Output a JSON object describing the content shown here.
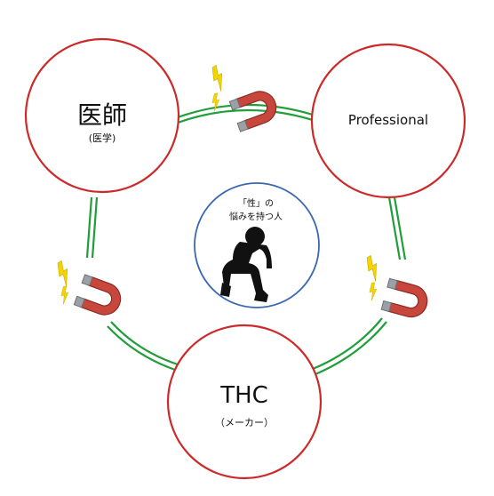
{
  "nodes": {
    "doctor": {
      "title": "医師",
      "subtitle": "(医学)"
    },
    "professional": {
      "title": "Professional"
    },
    "thc": {
      "title": "THC",
      "subtitle": "（メーカー）"
    },
    "center": {
      "line1": "「性」の",
      "line2": "悩みを持つ人"
    }
  },
  "colors": {
    "outer_circle_stroke": "#cc2a2a",
    "center_circle_stroke": "#3b67b0",
    "connector_green": "#1f9e3a",
    "magnet_red": "#c8473c",
    "magnet_metal": "#8e939a",
    "spark_yellow": "#f2d400"
  },
  "icons": [
    "magnet-icon",
    "spark-icon",
    "person-silhouette-icon"
  ]
}
